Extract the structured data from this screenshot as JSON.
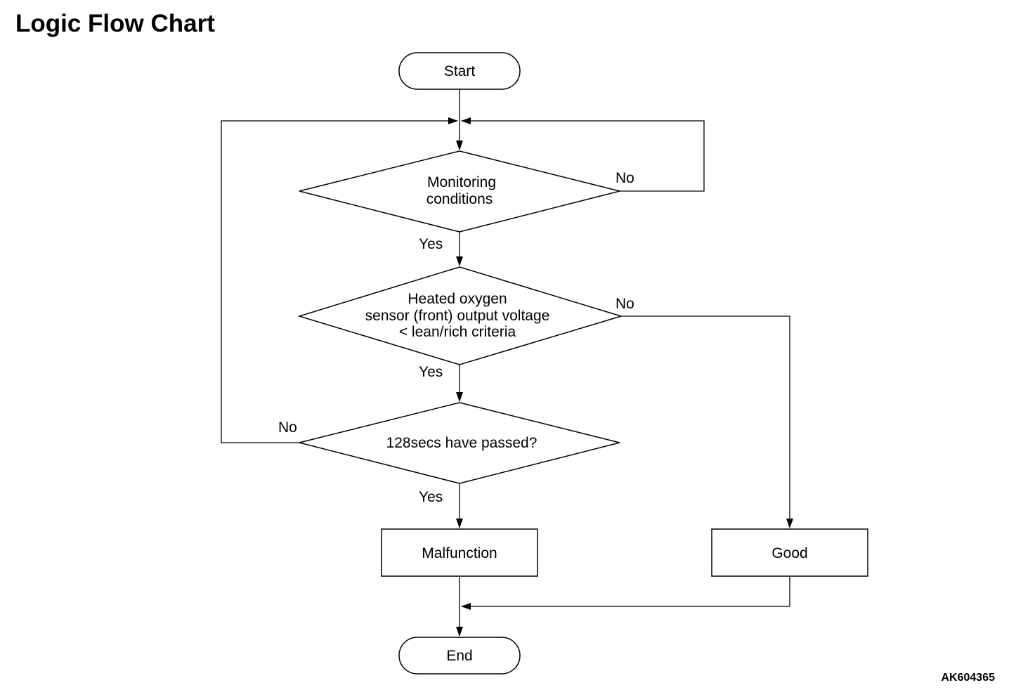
{
  "title": "Logic Flow Chart",
  "figure_ref": "AK604365",
  "nodes": {
    "start": "Start",
    "monitoring": [
      "Monitoring",
      "conditions"
    ],
    "voltage": [
      "Heated oxygen",
      "sensor (front) output voltage",
      "< lean/rich criteria"
    ],
    "timer": "128secs have passed?",
    "malfunction": "Malfunction",
    "good": "Good",
    "end": "End"
  },
  "labels": {
    "yes": "Yes",
    "no": "No"
  }
}
